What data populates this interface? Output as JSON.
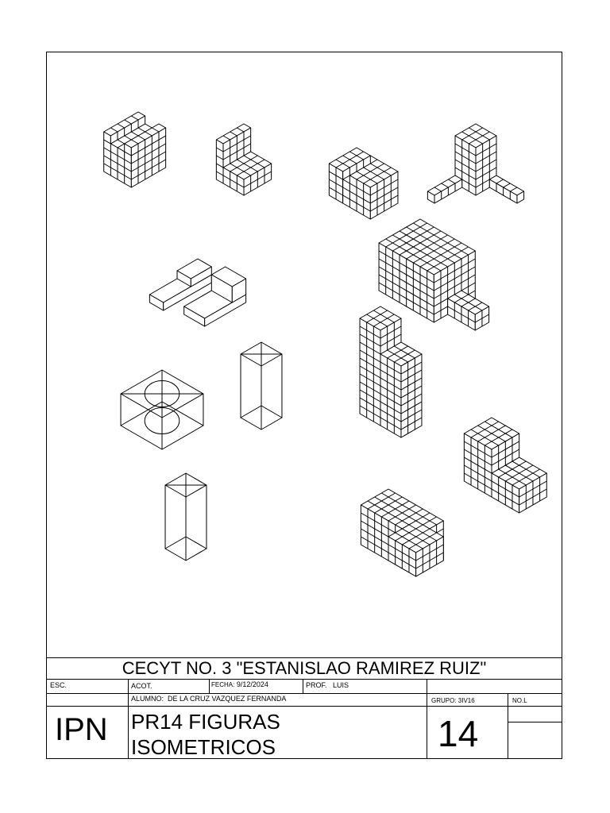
{
  "titleblock": {
    "school": "CECYT NO. 3 \"ESTANISLAO RAMIREZ RUIZ\"",
    "esc_label": "ESC.",
    "acot_label": "ACOT.",
    "fecha_label": "FECHA:",
    "fecha_value": "9/12/2024",
    "prof_label": "PROF.",
    "prof_value": "LUIS",
    "alumno_label": "ALUMNO:",
    "alumno_value": "DE LA CRUZ VAZQUEZ FERNANDA",
    "grupo_label": "GRUPO:",
    "grupo_value": "3IV16",
    "nol_label": "NO.L",
    "institution": "IPN",
    "title_line1": "PR14 FIGURAS",
    "title_line2": "ISOMETRICOS",
    "sheet_number": "14"
  }
}
